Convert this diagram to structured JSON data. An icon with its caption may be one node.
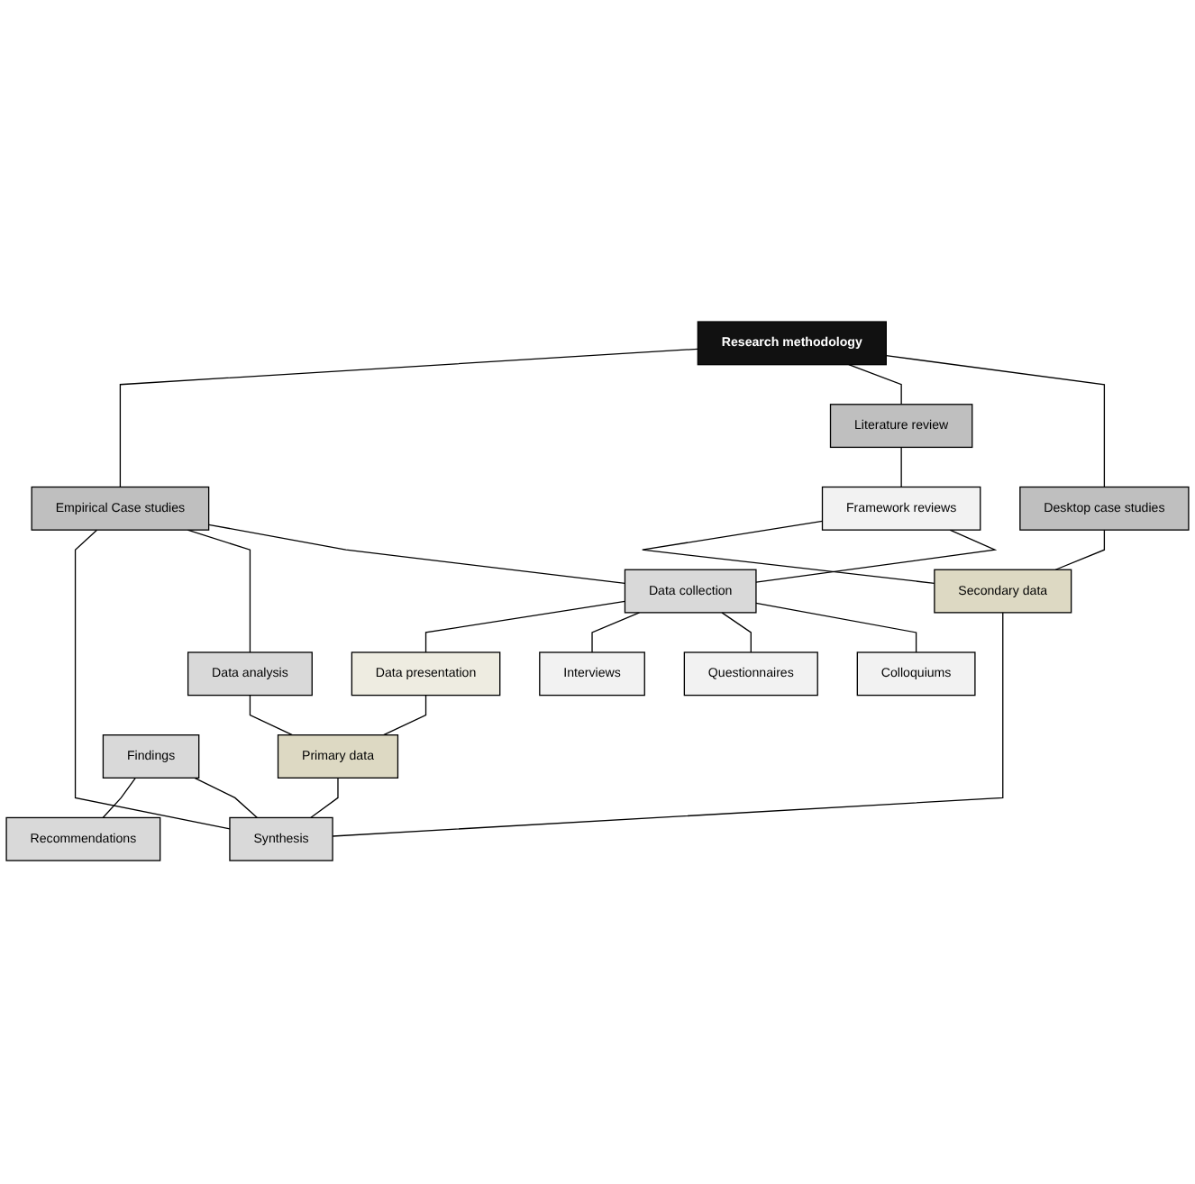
{
  "diagram": {
    "nodes": [
      {
        "text": [
          "Research methodology"
        ]
      },
      {
        "text": [
          "Desktop case studies"
        ]
      },
      {
        "text": [
          "Literature review"
        ]
      },
      {
        "text": [
          "Empirical Case studies"
        ]
      },
      {
        "text": [
          "Framework reviews"
        ]
      },
      {
        "text": [
          "Data collection"
        ]
      },
      {
        "text": [
          "Colloquiums"
        ]
      },
      {
        "text": [
          "Questionnaires"
        ]
      },
      {
        "text": [
          "Interviews"
        ]
      },
      {
        "text": [
          "Data analysis"
        ]
      },
      {
        "text": [
          "Data presentation"
        ]
      },
      {
        "text": [
          "Secondary data"
        ]
      },
      {
        "text": [
          "Primary data"
        ]
      },
      {
        "text": [
          "Findings"
        ]
      },
      {
        "text": [
          "Synthesis"
        ]
      },
      {
        "text": [
          "Recommendations"
        ]
      }
    ],
    "edges": [
      {
        "from": 0,
        "to": 1,
        "arrow": "none"
      },
      {
        "from": 0,
        "to": 2,
        "arrow": "none"
      },
      {
        "from": 0,
        "to": 3,
        "arrow": "none"
      },
      {
        "from": 2,
        "to": 4,
        "arrow": "none"
      },
      {
        "from": 4,
        "to": 5,
        "arrow": "none"
      },
      {
        "from": 5,
        "to": 6,
        "arrow": "none"
      },
      {
        "from": 5,
        "to": 7,
        "arrow": "none"
      },
      {
        "from": 5,
        "to": 8,
        "arrow": "none"
      },
      {
        "from": 5,
        "to": 10,
        "arrow": "none"
      },
      {
        "from": 3,
        "to": 5,
        "arrow": "none"
      },
      {
        "from": 3,
        "to": 9,
        "arrow": "none"
      },
      {
        "from": 3,
        "to": 14,
        "arrow": "none"
      },
      {
        "from": 9,
        "to": 12,
        "arrow": "none"
      },
      {
        "from": 10,
        "to": 12,
        "arrow": "none"
      },
      {
        "from": 4,
        "to": 11,
        "arrow": "none"
      },
      {
        "from": 1,
        "to": 11,
        "arrow": "none"
      },
      {
        "from": 11,
        "to": 14,
        "arrow": "none"
      },
      {
        "from": 12,
        "to": 14,
        "arrow": "none"
      },
      {
        "from": 13,
        "to": 14,
        "arrow": "none"
      },
      {
        "from": 13,
        "to": 15,
        "arrow": "none"
      }
    ]
  }
}
